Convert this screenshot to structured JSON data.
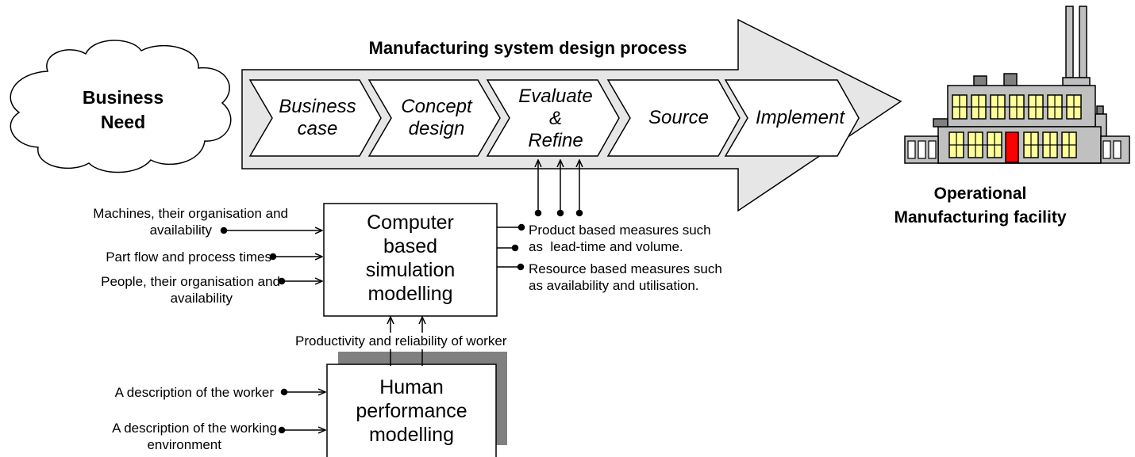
{
  "diagram_title": "Manufacturing system design process",
  "business_need": {
    "line1": "Business",
    "line2": "Need"
  },
  "stages": [
    {
      "line1": "Business",
      "line2": "case"
    },
    {
      "line1": "Concept",
      "line2": "design"
    },
    {
      "line1": "Evaluate",
      "line2": "&",
      "line3": "Refine"
    },
    {
      "line1": "Source"
    },
    {
      "line1": "Implement"
    }
  ],
  "facility": {
    "line1": "Operational",
    "line2": "Manufacturing facility"
  },
  "simulation_box": {
    "line1": "Computer",
    "line2": "based",
    "line3": "simulation",
    "line4": "modelling"
  },
  "simulation_inputs": [
    {
      "line1": "Machines, their organisation and",
      "line2": "availability"
    },
    {
      "line1": "Part flow and process times"
    },
    {
      "line1": "People, their organisation and",
      "line2": "availability"
    }
  ],
  "simulation_outputs": [
    {
      "line1": "Product based measures such",
      "line2": "as  lead-time and volume."
    },
    {
      "line1": "Resource based measures such",
      "line2": "as availability and utilisation."
    }
  ],
  "worker_link_label": "Productivity and reliability of worker",
  "human_box": {
    "line1": "Human",
    "line2": "performance",
    "line3": "modelling"
  },
  "human_inputs": [
    {
      "line1": "A description of the worker"
    },
    {
      "line1": "A description of the working",
      "line2": "environment"
    }
  ],
  "colors": {
    "arrow_fill": "#e6e6e6",
    "shadow": "#808080",
    "door": "#ff0000",
    "factory_wall": "#c0c0c0"
  }
}
